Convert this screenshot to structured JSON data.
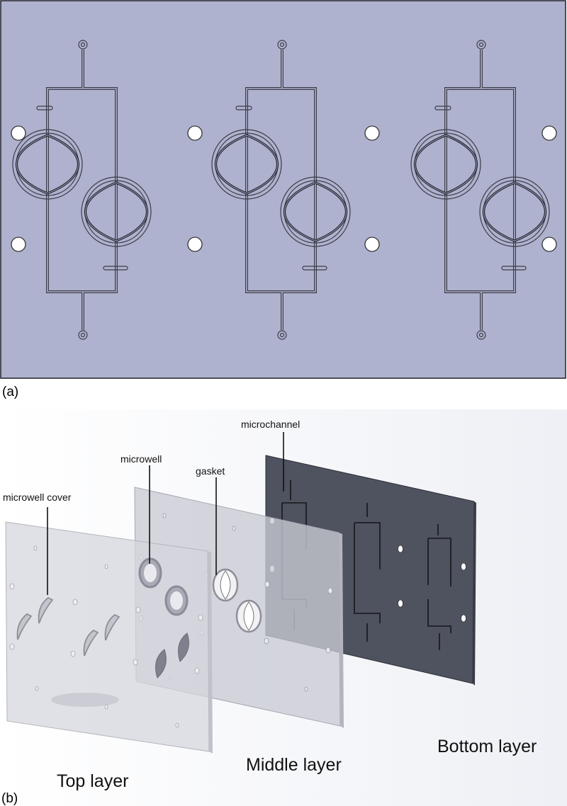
{
  "panel_a": {
    "label": "(a)",
    "plate_color": "#aeb2ce",
    "units": 3
  },
  "panel_b": {
    "label": "(b)",
    "callouts": {
      "microwell_cover": "microwell cover",
      "microwell": "microwell",
      "gasket": "gasket",
      "microchannel": "microchannel"
    },
    "layers": {
      "top": "Top layer",
      "middle": "Middle layer",
      "bottom": "Bottom layer"
    },
    "colors": {
      "top_layer": "#d4d5dc",
      "middle_layer": "#c9cad3",
      "bottom_layer": "#4f525f"
    }
  }
}
